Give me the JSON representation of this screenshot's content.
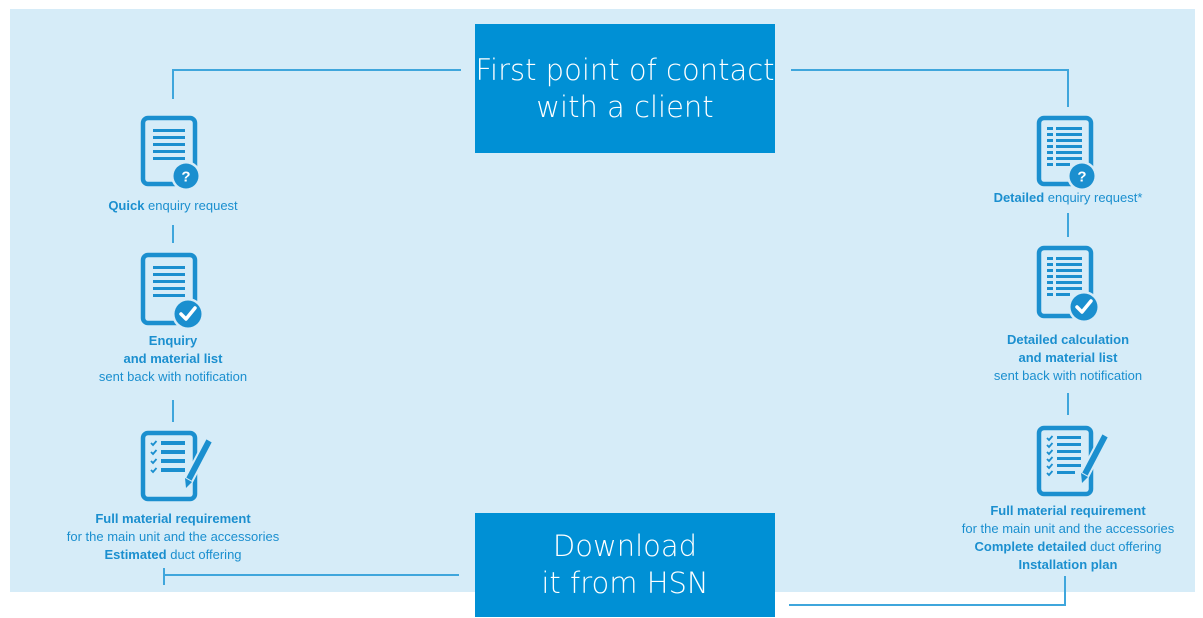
{
  "colors": {
    "background": "#d6ecf8",
    "box": "#0090d5",
    "line": "#3fa6dc",
    "text": "#1b8fcf"
  },
  "top_box": {
    "line1": "First point of contact",
    "line2": "with a client"
  },
  "bottom_box": {
    "line1": "Download",
    "line2": "it from HSN"
  },
  "left": {
    "step1": {
      "icon": "document-question-icon",
      "bold": "Quick",
      "text": " enquiry request"
    },
    "step2": {
      "icon": "document-check-icon",
      "line1": "Enquiry",
      "line2": "and material list",
      "line3": "sent back with notification"
    },
    "step3": {
      "icon": "checklist-pencil-icon",
      "line1": "Full material requirement",
      "line2": "for the main unit and the accessories",
      "line3_bold": "Estimated",
      "line3_text": " duct offering"
    }
  },
  "right": {
    "step1": {
      "icon": "detailed-document-question-icon",
      "bold": "Detailed",
      "text": " enquiry request*"
    },
    "step2": {
      "icon": "detailed-document-check-icon",
      "line1": "Detailed calculation",
      "line2": "and material list",
      "line3": "sent back with notification"
    },
    "step3": {
      "icon": "checklist-pencil-icon",
      "line1": "Full material requirement",
      "line2": "for the main unit and the accessories",
      "line3_bold": "Complete detailed",
      "line3_text": " duct offering",
      "line4": "Installation plan"
    }
  }
}
